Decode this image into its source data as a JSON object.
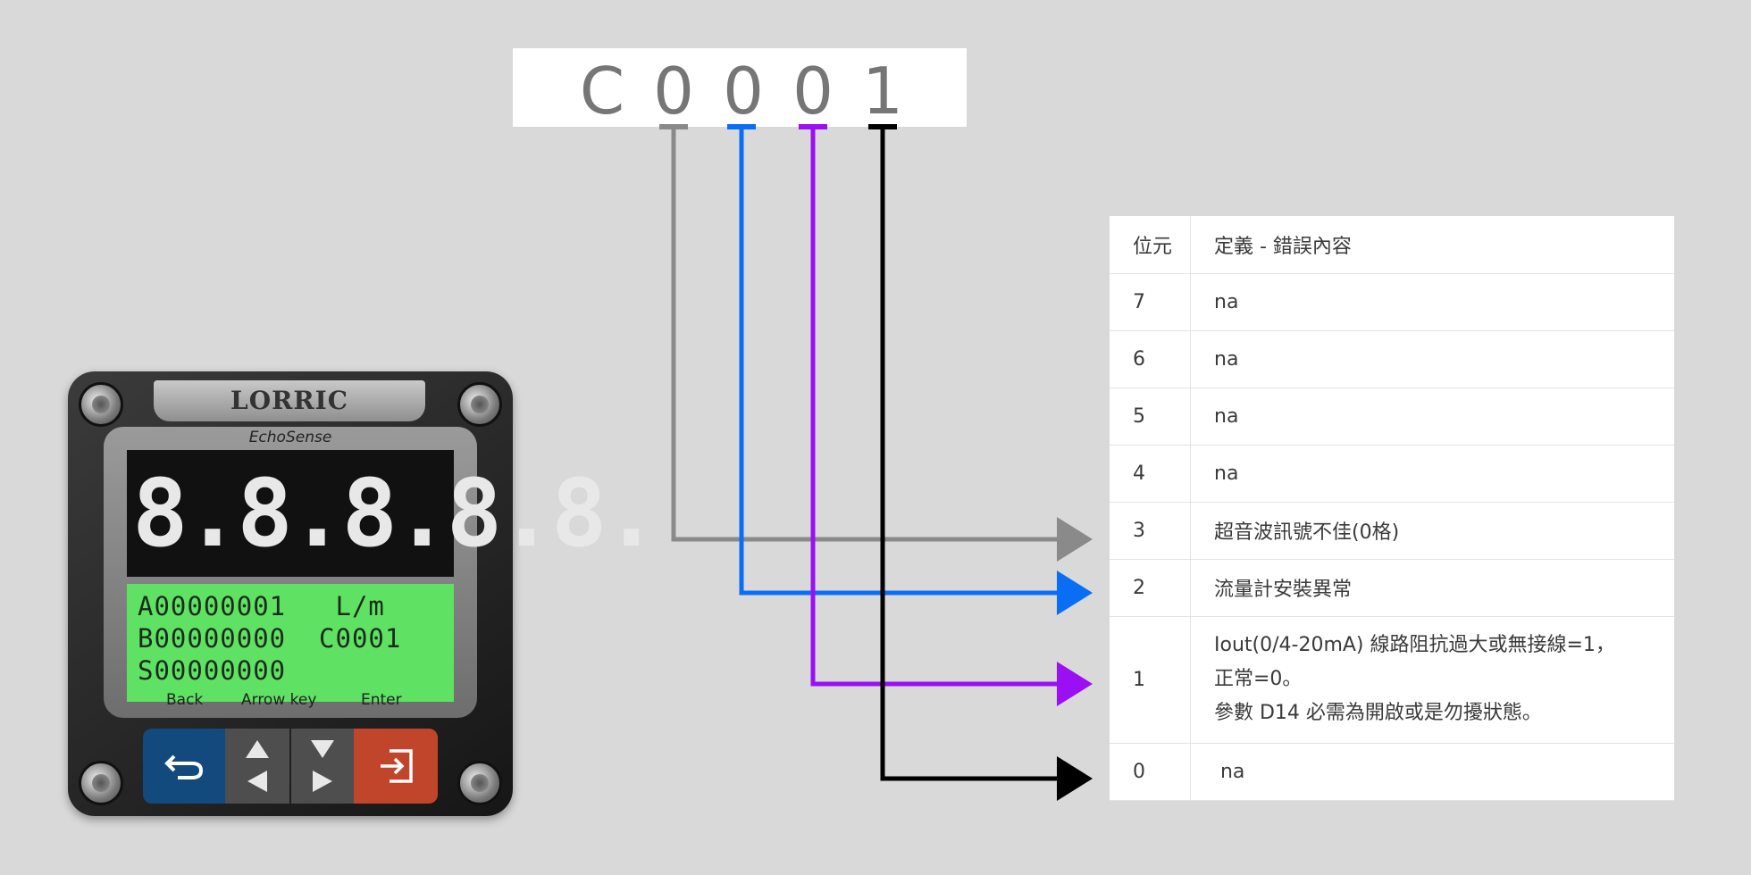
{
  "code": {
    "chars": [
      "C",
      "0",
      "0",
      "0",
      "1"
    ]
  },
  "colors": {
    "gray": "#8a8a8a",
    "blue": "#0a6ef5",
    "purple": "#9a10f2",
    "black": "#000000"
  },
  "table": {
    "header": {
      "bit": "位元",
      "definition": "定義 - 錯誤內容"
    },
    "rows": [
      {
        "bit": "7",
        "def": "na"
      },
      {
        "bit": "6",
        "def": "na"
      },
      {
        "bit": "5",
        "def": "na"
      },
      {
        "bit": "4",
        "def": "na"
      },
      {
        "bit": "3",
        "def": "超音波訊號不佳(0格)"
      },
      {
        "bit": "2",
        "def": "流量計安裝異常"
      },
      {
        "bit": "1",
        "def_lines": [
          "Iout(0/4-20mA) 線路阻抗過大或無接線=1，",
          "正常=0。",
          "參數 D14 必需為開啟或是勿擾狀態。"
        ]
      },
      {
        "bit": "0",
        "def": " na"
      }
    ]
  },
  "device": {
    "brand_plate": "LORRIC",
    "sub_brand": "EchoSense",
    "segment_display": "8.8.8.8.8.",
    "lcd": {
      "line1": "A00000001   L/m",
      "line2": "B00000000  C0001",
      "line3": "S00000000"
    },
    "key_labels": {
      "back": "Back",
      "arrow": "Arrow key",
      "enter": "Enter"
    }
  }
}
